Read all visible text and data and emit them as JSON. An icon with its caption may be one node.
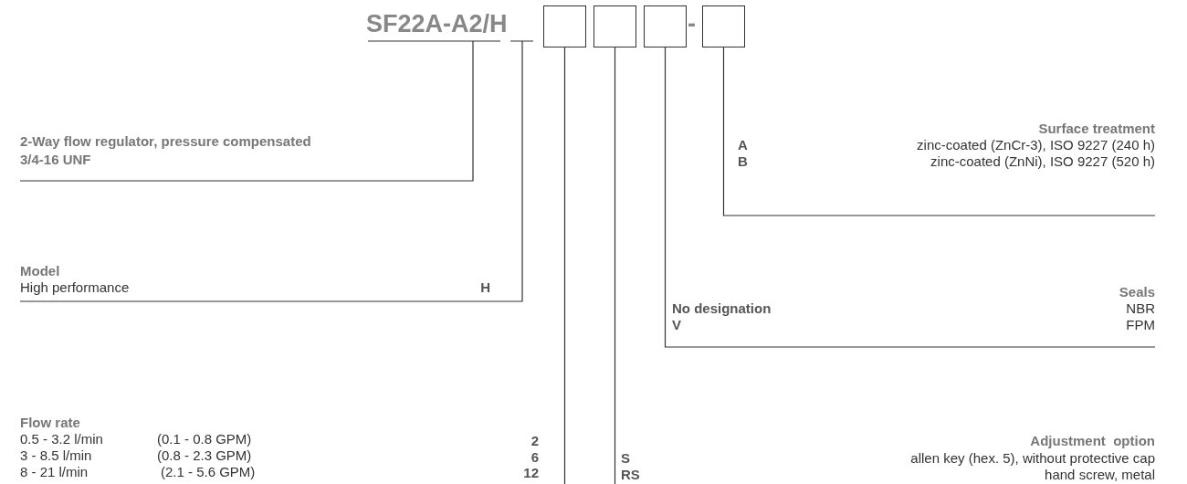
{
  "diagram": {
    "nodes": [
      {
        "text": [
          "SF22A-A2/H"
        ]
      },
      {
        "text": [],
        "shape": "box"
      },
      {
        "text": [],
        "shape": "box"
      },
      {
        "text": [],
        "shape": "box"
      },
      {
        "text": [],
        "shape": "box"
      },
      {
        "text": [
          "2-Way flow regulator, pressure compensated",
          "3/4-16 UNF"
        ]
      },
      {
        "text": [
          "Model",
          "High performance",
          "H"
        ]
      },
      {
        "text": [
          "Flow rate",
          "0.5 - 3.2 l/min",
          "(0.1 - 0.8 GPM)",
          "2",
          "3 - 8.5 l/min",
          "(0.8 - 2.3 GPM)",
          "6",
          "8 - 21 l/min",
          "(2.1 - 5.6 GPM)",
          "12"
        ]
      },
      {
        "text": [
          "Adjustment  option",
          "S",
          "allen key (hex. 5), without protective cap",
          "RS",
          "hand screw, metal"
        ]
      },
      {
        "text": [
          "Seals",
          "No designation",
          "NBR",
          "V",
          "FPM"
        ]
      },
      {
        "text": [
          "Surface treatment",
          "A",
          "zinc-coated (ZnCr-3), ISO 9227 (240 h)",
          "B",
          "zinc-coated (ZnNi), ISO 9227 (520 h)"
        ]
      }
    ],
    "edges": [
      {
        "from": 0,
        "to": 5,
        "arrow": "none"
      },
      {
        "from": 0,
        "to": 6,
        "arrow": "none"
      },
      {
        "from": 1,
        "to": 7,
        "arrow": "none"
      },
      {
        "from": 2,
        "to": 8,
        "arrow": "none"
      },
      {
        "from": 3,
        "to": 9,
        "arrow": "none"
      },
      {
        "from": 4,
        "to": 10,
        "arrow": "none"
      }
    ],
    "labels": [
      "-"
    ]
  }
}
